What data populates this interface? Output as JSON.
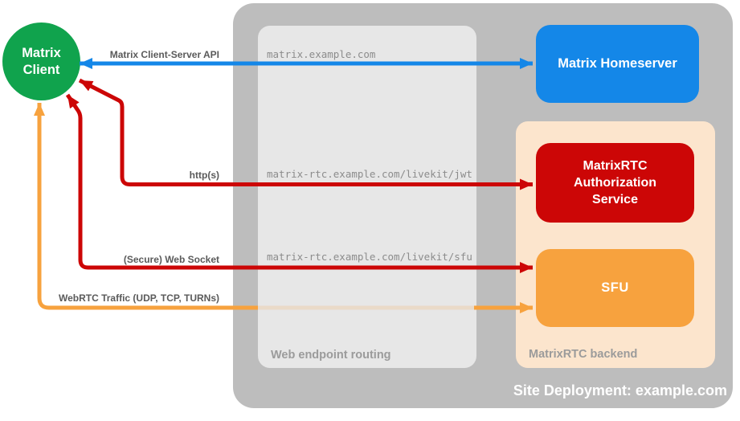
{
  "client_node": {
    "label": "Matrix\nClient"
  },
  "containers": {
    "site_deployment": {
      "label": "Site Deployment: example.com"
    },
    "web_endpoint_routing": {
      "label": "Web endpoint routing"
    },
    "matrixrtc_backend": {
      "label": "MatrixRTC backend"
    }
  },
  "nodes": {
    "homeserver": {
      "label": "Matrix Homeserver"
    },
    "auth_service": {
      "label": "MatrixRTC\nAuthorization\nService"
    },
    "sfu": {
      "label": "SFU"
    }
  },
  "endpoints": {
    "homeserver": "matrix.example.com",
    "auth_jwt": "matrix-rtc.example.com/livekit/jwt",
    "sfu_ws": "matrix-rtc.example.com/livekit/sfu"
  },
  "arrows": {
    "client_server_api": {
      "label": "Matrix Client-Server API"
    },
    "https": {
      "label": "http(s)"
    },
    "web_socket": {
      "label": "(Secure) Web Socket"
    },
    "webrtc": {
      "label": "WebRTC Traffic (UDP, TCP, TURNs)"
    }
  },
  "colors": {
    "client_green": "#10a34d",
    "homeserver_blue": "#1487e8",
    "auth_red": "#cc0606",
    "sfu_orange": "#f7a23e",
    "backend_peach": "#fce5cd",
    "site_gray": "#bdbdbd",
    "routing_gray": "#e7e7e7",
    "api_arrow_blue": "#1487e8",
    "rtc_arrow_red": "#cc0606",
    "webrtc_arrow_orange": "#f7a23e"
  }
}
